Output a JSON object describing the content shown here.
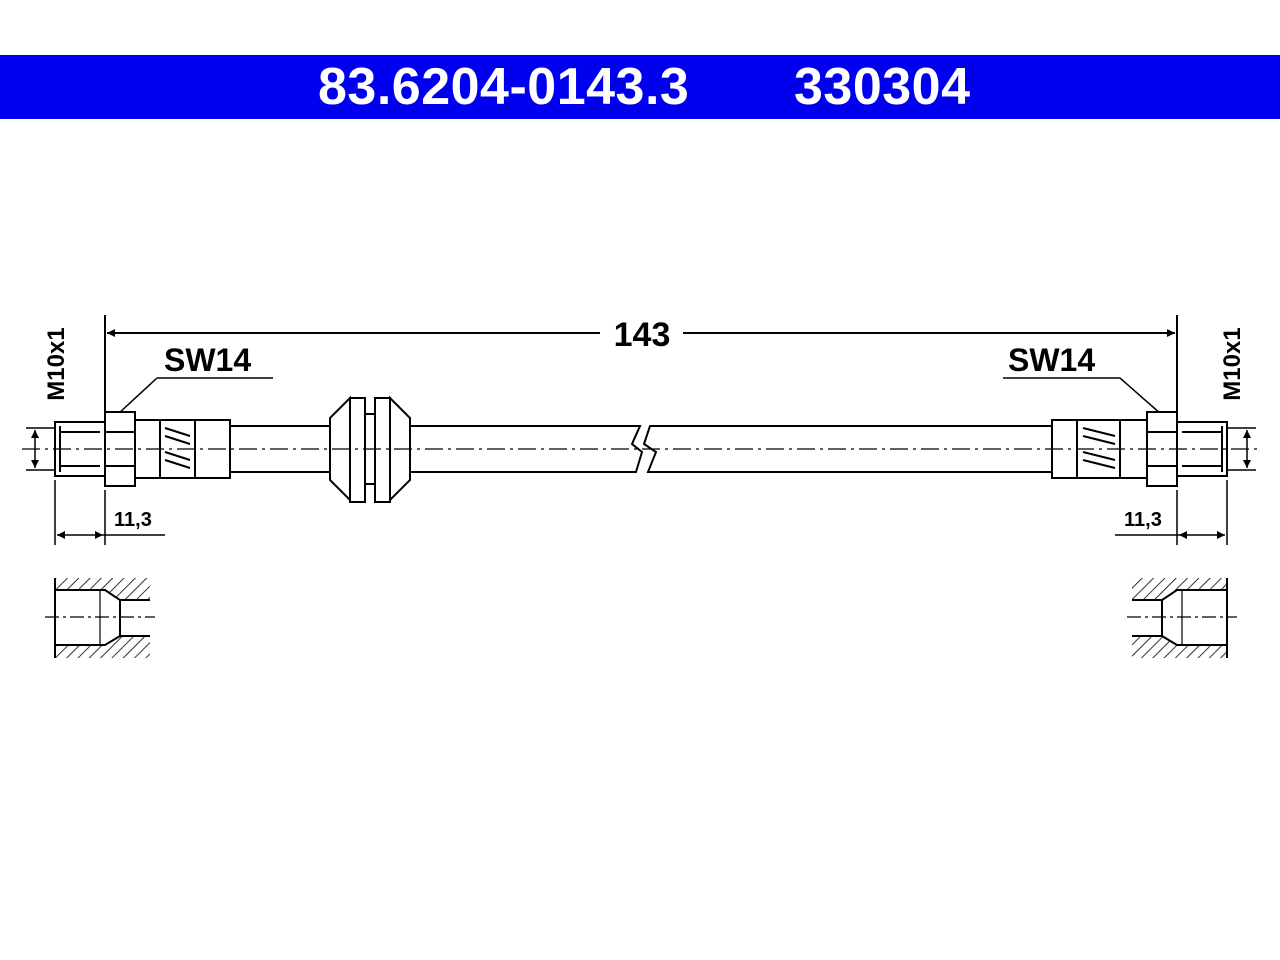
{
  "header": {
    "part_number": "83.6204-0143.3",
    "ref_number": "330304",
    "background": "#0000ee",
    "text_color": "#ffffff"
  },
  "drawing": {
    "overall_length": "143",
    "wrench_left": "SW14",
    "wrench_right": "SW14",
    "thread_left": "M10x1",
    "thread_right": "M10x1",
    "fitting_length_left": "11,3",
    "fitting_length_right": "11,3"
  }
}
